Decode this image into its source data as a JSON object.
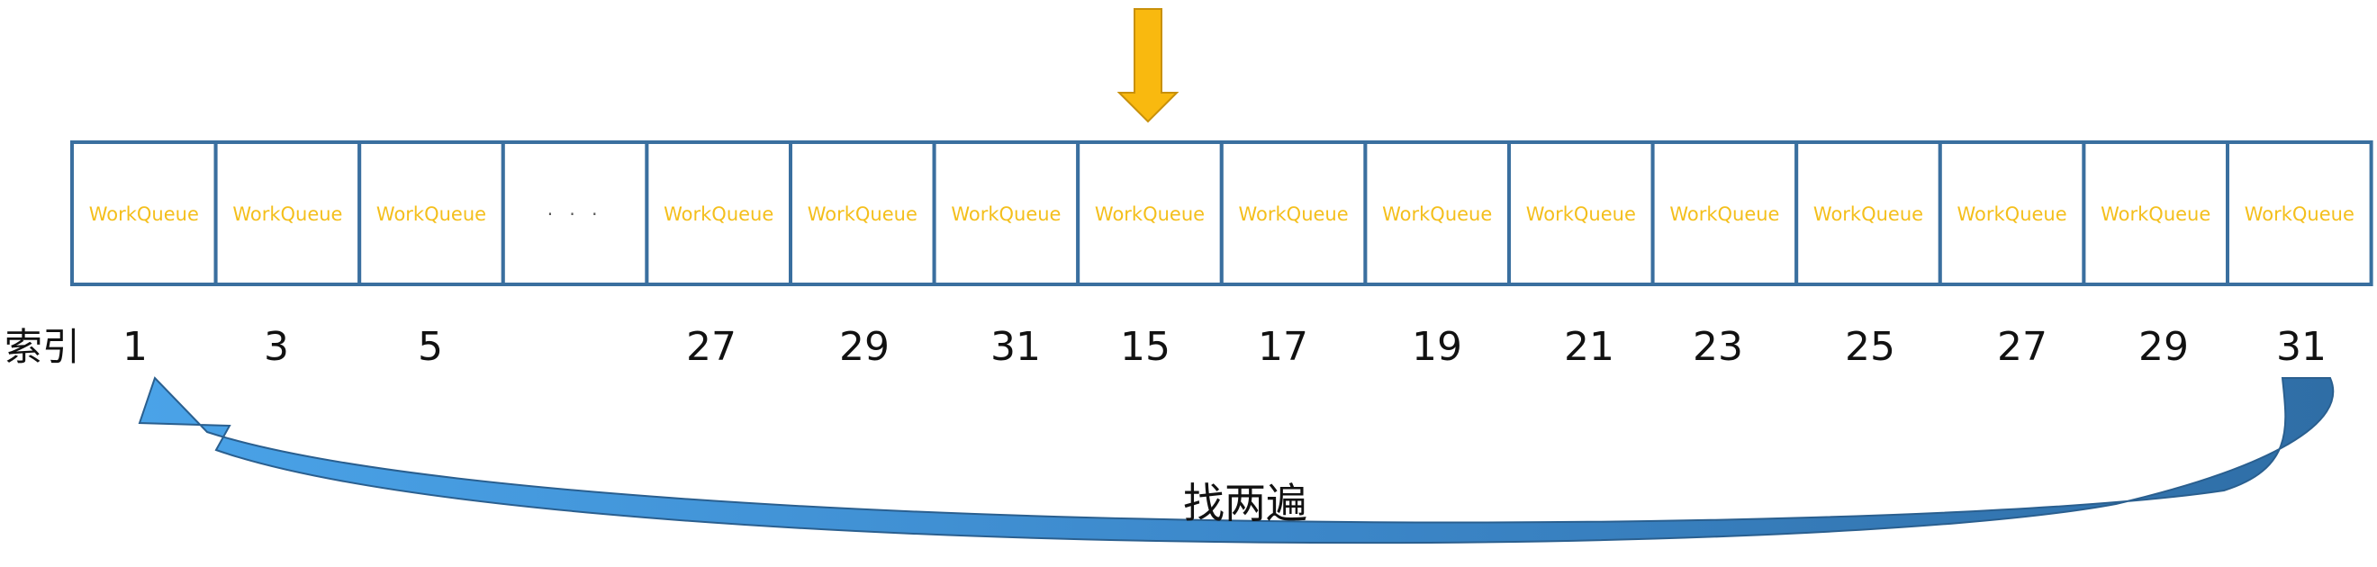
{
  "pointer": {
    "icon": "down-arrow-icon",
    "color": "#f9b90f"
  },
  "array": {
    "cell_label": "WorkQueue",
    "ellipsis": "· · ·",
    "border_color": "#3a6f9f",
    "label_color": "#f4bf1c",
    "cells": [
      {
        "type": "queue",
        "index": "1"
      },
      {
        "type": "queue",
        "index": "3"
      },
      {
        "type": "queue",
        "index": "5"
      },
      {
        "type": "ellipsis",
        "index": ""
      },
      {
        "type": "queue",
        "index": "27"
      },
      {
        "type": "queue",
        "index": "29"
      },
      {
        "type": "queue",
        "index": "31"
      },
      {
        "type": "queue",
        "index": "15"
      },
      {
        "type": "queue",
        "index": "17"
      },
      {
        "type": "queue",
        "index": "19"
      },
      {
        "type": "queue",
        "index": "21"
      },
      {
        "type": "queue",
        "index": "23"
      },
      {
        "type": "queue",
        "index": "25"
      },
      {
        "type": "queue",
        "index": "27"
      },
      {
        "type": "queue",
        "index": "29"
      },
      {
        "type": "queue",
        "index": "31"
      }
    ]
  },
  "index_prefix": "索引",
  "wrap_arrow": {
    "icon": "curved-return-arrow-icon",
    "color": "#3b8fd6",
    "caption": "找两遍"
  }
}
